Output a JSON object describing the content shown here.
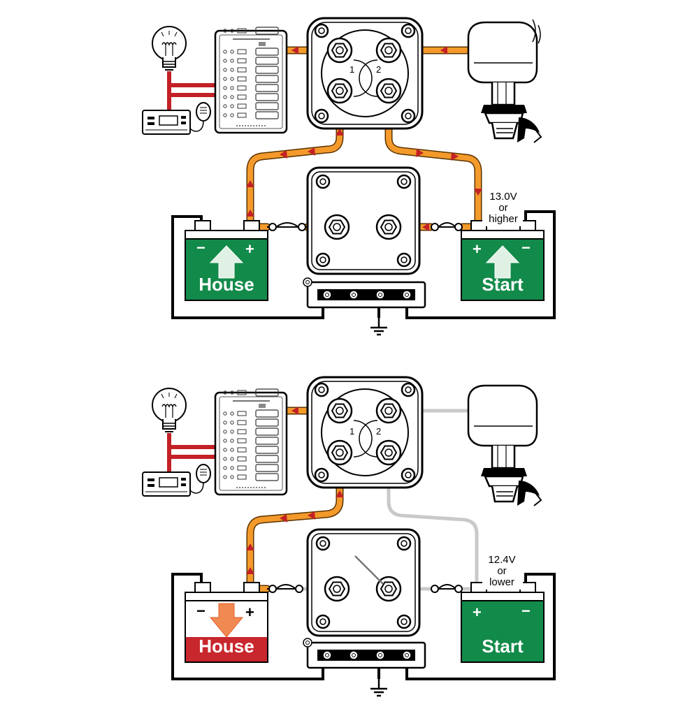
{
  "panels": [
    {
      "id": "top",
      "switch_labels": [
        "1",
        "2"
      ],
      "voltage_lines": [
        "13.0V",
        "or",
        "higher"
      ],
      "battery_house": {
        "label": "House",
        "minus": "−",
        "plus": "+",
        "color": "#128a4a"
      },
      "battery_start": {
        "label": "Start",
        "minus": "−",
        "plus": "+",
        "color": "#128a4a"
      }
    },
    {
      "id": "bottom",
      "switch_labels": [
        "1",
        "2"
      ],
      "voltage_lines": [
        "12.4V",
        "or",
        "lower"
      ],
      "battery_house": {
        "label": "House",
        "minus": "−",
        "plus": "+",
        "color": "#c8272d"
      },
      "battery_start": {
        "label": "Start",
        "minus": "−",
        "plus": "+",
        "color": "#128a4a"
      }
    }
  ],
  "colors": {
    "active_wire": "#f39a2b",
    "inactive_wire": "#c9c9c9",
    "arrow": "#c32126",
    "charged_battery": "#128a4a",
    "discharged_battery": "#c8272d"
  },
  "icons": [
    "light-bulb-icon",
    "vhf-radio-icon",
    "breaker-panel-icon",
    "battery-switch-icon",
    "outboard-motor-icon",
    "automatic-charging-relay-icon",
    "bus-bar-icon",
    "ground-icon"
  ]
}
